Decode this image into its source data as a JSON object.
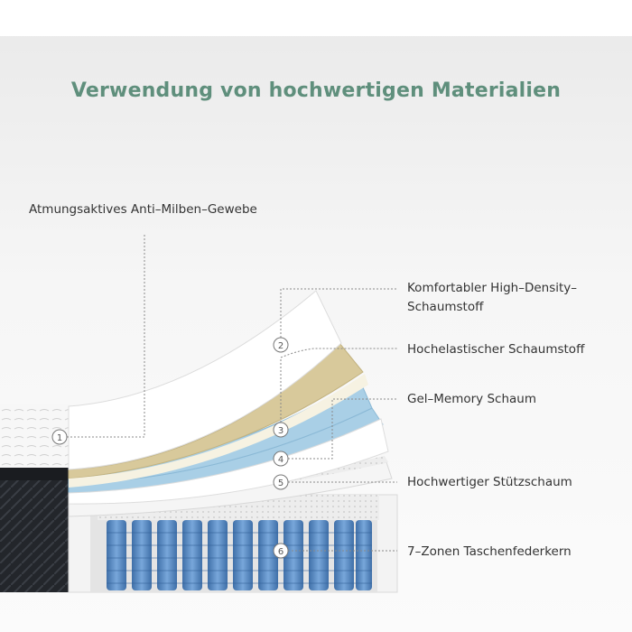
{
  "title": "Verwendung von hochwertigen Materialien",
  "colors": {
    "accent": "#5f8f7c",
    "background_top": "#ebebeb",
    "comfort_foam": "#ffffff",
    "elastic_foam": "#d8c99b",
    "gel_memory": "#a9cfe6",
    "support_foam": "#f4f4f4",
    "coil": "#5c8fc7",
    "cover_dark": "#222428"
  },
  "layers": [
    {
      "number": "1",
      "label": "Atmungsaktives Anti–Milben–Gewebe"
    },
    {
      "number": "2",
      "label_line1": "Komfortabler High–Density–",
      "label_line2": "Schaumstoff"
    },
    {
      "number": "3",
      "label": "Hochelastischer Schaumstoff"
    },
    {
      "number": "4",
      "label": "Gel–Memory Schaum"
    },
    {
      "number": "5",
      "label": "Hochwertiger Stützschaum"
    },
    {
      "number": "6",
      "label": "7–Zonen Taschenfederkern"
    }
  ]
}
